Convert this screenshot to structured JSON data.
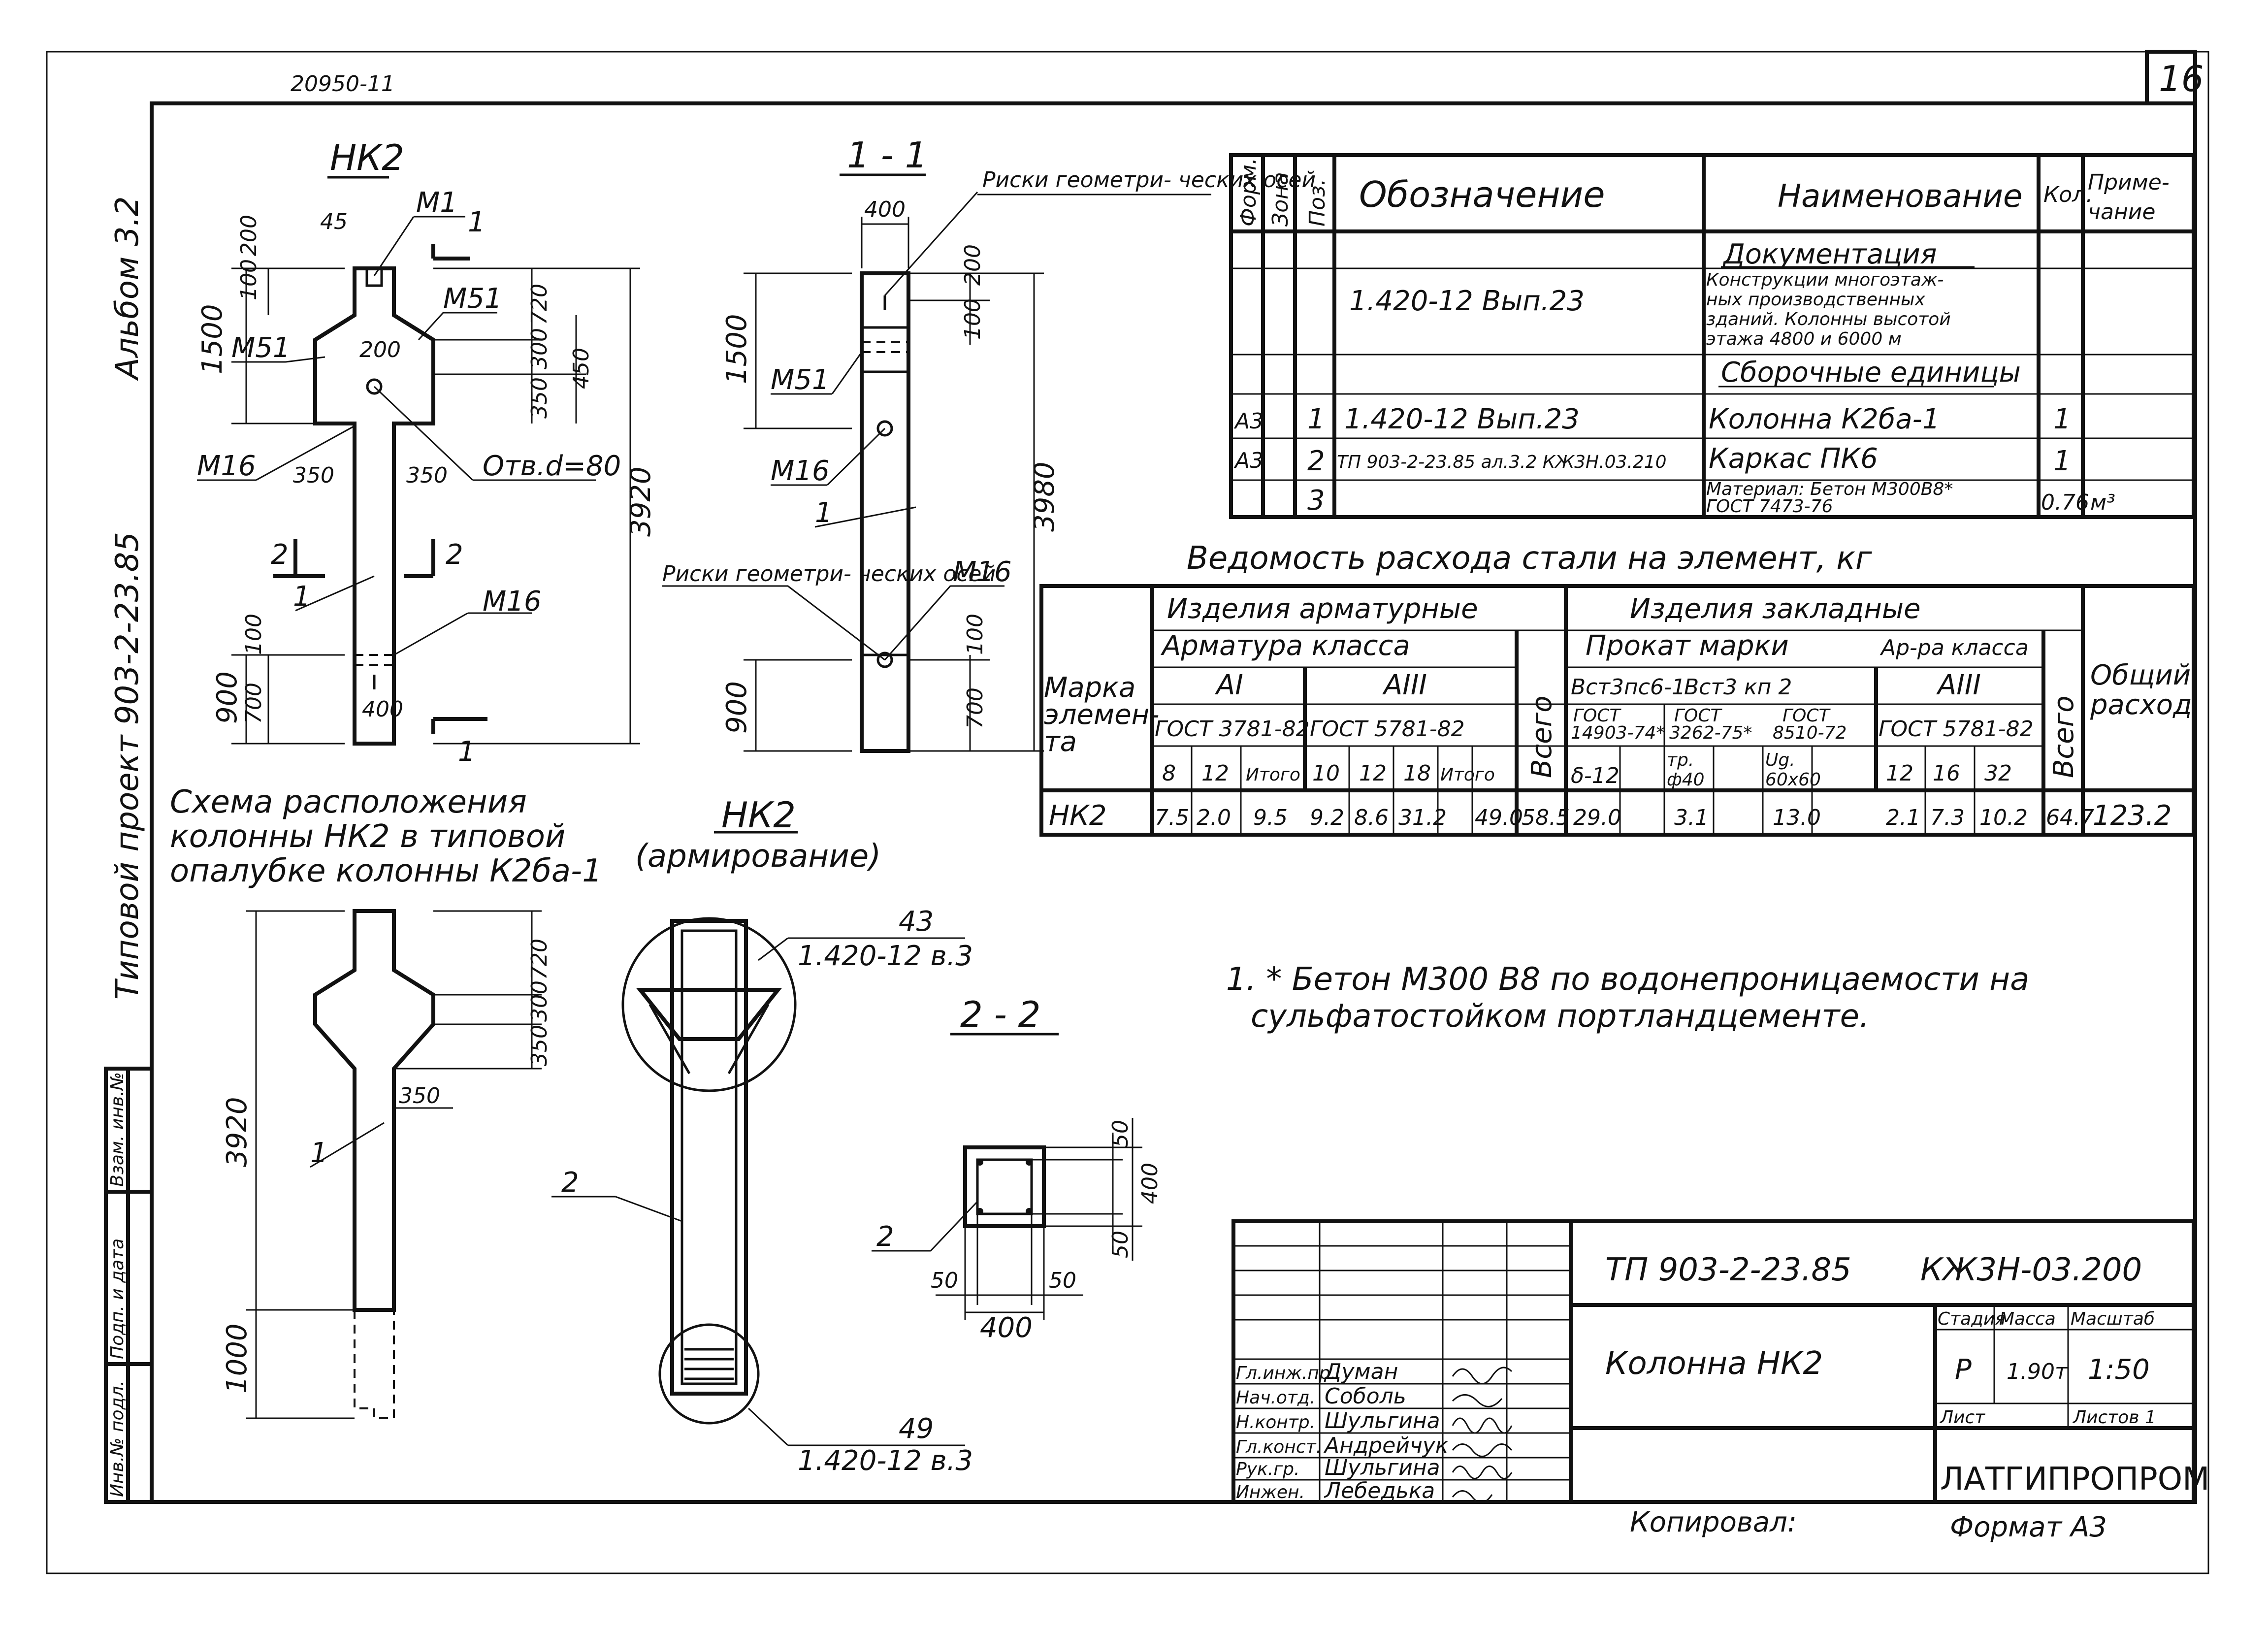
{
  "sheet": {
    "number": "16",
    "doc_code": "20950-11",
    "album": "Альбом 3.2",
    "project": "Типовой проект 903-2-23.85",
    "side_stamp": [
      "Инв.№ подл.",
      "Подп. и дата",
      "Взам. инв.№"
    ]
  },
  "views": {
    "nk2": {
      "title": "НК2",
      "labels": {
        "m1": "М1",
        "m51a": "М51",
        "m51b": "М51",
        "m16a": "М16",
        "m16b": "М16",
        "hole": "Отв.d=80",
        "sec1": "1",
        "sec2": "2",
        "pos": "1"
      },
      "dims": {
        "d45": "45",
        "d200": "200",
        "d100": "100",
        "d1500": "1500",
        "d720": "720",
        "d300": "300",
        "d450": "450",
        "d350": "350",
        "d200b": "200",
        "d350a": "350",
        "d350b": "350",
        "d3920": "3920",
        "d900": "900",
        "d100b": "100",
        "d700": "700",
        "d400": "400"
      }
    },
    "sec11": {
      "title": "1 - 1",
      "labels": {
        "marks_top": "Риски геометри-\nческих осей",
        "m51": "М51",
        "m16a": "М16",
        "pos": "1",
        "marks_bot": "Риски\nгеометри-\nческих осей",
        "m16b": "М16"
      },
      "dims": {
        "d400": "400",
        "d200": "200",
        "d100": "100",
        "d1500": "1500",
        "d3980": "3980",
        "d900": "900",
        "d100b": "100",
        "d700": "700"
      }
    },
    "scheme": {
      "title": "Схема расположения\nколонны НК2 в типовой\nопалубке колонны К2ба-1",
      "dims": {
        "d720": "720",
        "d300": "300",
        "d350": "350",
        "d350b": "350",
        "d3920": "3920",
        "d1000": "1000"
      },
      "pos": "1"
    },
    "reinf": {
      "title": "НК2",
      "subtitle": "(армирование)",
      "ref_top": "43",
      "ref_top_doc": "1.420-12 в.3",
      "ref_bot": "49",
      "ref_bot_doc": "1.420-12 в.3",
      "pos": "2"
    },
    "sec22": {
      "title": "2 - 2",
      "pos": "2",
      "dims": {
        "d50a": "50",
        "d400a": "400",
        "d50b": "50",
        "d50c": "50",
        "d50d": "50",
        "d400b": "400"
      }
    }
  },
  "spec": {
    "headers": [
      "Форм.",
      "Зона",
      "Поз.",
      "Обозначение",
      "Наименование",
      "Кол.",
      "Приме-\nчание"
    ],
    "rows": [
      {
        "f": "",
        "z": "",
        "p": "",
        "code": "",
        "name": "Документация",
        "q": "",
        "note": ""
      },
      {
        "f": "",
        "z": "",
        "p": "",
        "code": "1.420-12   Вып.23",
        "name": "Конструкции многоэтаж-\nных производственных\nзданий. Колонны высотой\nэтажа 4800 и 6000 м",
        "q": "",
        "note": ""
      },
      {
        "f": "",
        "z": "",
        "p": "",
        "code": "",
        "name": "Сборочные единицы",
        "q": "",
        "note": ""
      },
      {
        "f": "А3",
        "z": "",
        "p": "1",
        "code": "1.420-12  Вып.23",
        "name": "Колонна  К2ба-1",
        "q": "1",
        "note": ""
      },
      {
        "f": "А3",
        "z": "",
        "p": "2",
        "code": "ТП 903-2-23.85 ал.3.2 КЖ3Н.03.210",
        "name": "Каркас  ПК6",
        "q": "1",
        "note": ""
      },
      {
        "f": "",
        "z": "",
        "p": "3",
        "code": "",
        "name": "Материал: Бетон М300В8*\nГОСТ 7473-76",
        "q": "0.76",
        "note": "м³"
      }
    ]
  },
  "steel": {
    "title": "Ведомость расхода стали на элемент, кг",
    "h_mark": "Марка\nэлемен-\nта",
    "h_arm": "Изделия арматурные",
    "h_arm_class": "Арматура класса",
    "h_a1": "АI",
    "h_a3": "АIII",
    "h_gost1": "ГОСТ 3781-82",
    "h_gost2": "ГОСТ 5781-82",
    "h_total1": "Всего",
    "h_emb": "Изделия закладные",
    "h_rolled": "Прокат марки",
    "h_vst3ps": "Вст3пс6-1",
    "h_vst3kp": "Вст3 кп 2",
    "h_gost_a": "ГОСТ\n14903-74*",
    "h_gost_b": "ГОСТ\n3262-75*",
    "h_gost_c": "ГОСТ\n8510-72",
    "h_d12": "δ-12",
    "h_tr": "тр.\nф40",
    "h_ug": "Ug.\n60х60",
    "h_arm2": "Ар-ра класса",
    "h_a3b": "АIII",
    "h_gost3": "ГОСТ 5781-82",
    "h_total2": "Всего",
    "h_grand": "Общий\nрасход",
    "sub_cols": [
      "8",
      "12",
      "Итого",
      "10",
      "12",
      "18",
      "Итого",
      "12",
      "16",
      "32"
    ],
    "row": {
      "mark": "НК2",
      "v": [
        "7.5",
        "2.0",
        "9.5",
        "9.2",
        "8.6",
        "31.2",
        "49.0",
        "58.5",
        "29.0",
        "",
        "3.1",
        "",
        "13.0",
        "2.1",
        "7.3",
        "10.2",
        "64.7",
        "123.2"
      ]
    }
  },
  "note": "1. * Бетон М300 В8 по водонепроницаемости на\nсульфатостойком портландцементе.",
  "stamp": {
    "code_left": "ТП 903-2-23.85",
    "code_right": "КЖ3Н-03.200",
    "title": "Колонна  НК2",
    "stage_h": "Стадия",
    "mass_h": "Масса",
    "scale_h": "Масштаб",
    "stage": "Р",
    "mass": "1.90т",
    "scale": "1:50",
    "sheet_h": "Лист",
    "sheets_h": "Листов 1",
    "org": "ЛАТГИПРОПРОМ",
    "people": [
      {
        "role": "Гл.инж.пр.",
        "name": "Думан"
      },
      {
        "role": "Нач.отд.",
        "name": "Соболь"
      },
      {
        "role": "Н.контр.",
        "name": "Шульгина"
      },
      {
        "role": "Гл.конст.",
        "name": "Андрейчук"
      },
      {
        "role": "Рук.гр.",
        "name": "Шульгина"
      },
      {
        "role": "Инжен.",
        "name": "Лебедька"
      }
    ],
    "copied": "Копировал:",
    "format": "Формат А3"
  }
}
